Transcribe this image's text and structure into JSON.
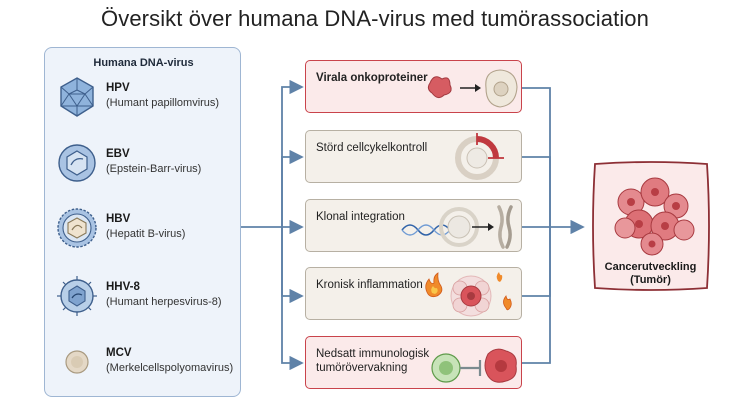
{
  "title": "Översikt över humana DNA-virus med tumörassociation",
  "panel": {
    "heading": "Humana DNA-virus",
    "viruses": [
      {
        "name": "HPV",
        "full": "(Humant papillomvirus)",
        "icon": "hpv-icosahedron-icon"
      },
      {
        "name": "EBV",
        "full": "(Epstein-Barr-virus)",
        "icon": "ebv-virus-icon"
      },
      {
        "name": "HBV",
        "full": "(Hepatit B-virus)",
        "icon": "hbv-virus-icon"
      },
      {
        "name": "HHV-8",
        "full": "(Humant herpesvirus-8)",
        "icon": "hhv8-virus-icon"
      },
      {
        "name": "MCV",
        "full": "(Merkelcellspolyomavirus)",
        "icon": "mcv-virus-icon"
      }
    ]
  },
  "mechanisms": [
    {
      "label": "Virala onkoproteiner",
      "style": "red"
    },
    {
      "label": "Störd cellcykelkontroll",
      "style": "neutral"
    },
    {
      "label": "Klonal integration",
      "style": "neutral"
    },
    {
      "label": "Kronisk inflammation",
      "style": "neutral"
    },
    {
      "label": "Nedsatt immunologisk tumörövervakning",
      "style": "red"
    }
  ],
  "outcome": {
    "label_line1": "Cancerutveckling",
    "label_line2": "(Tumör)"
  },
  "colors": {
    "connector": "#5f82a8",
    "red_border": "#c9434b",
    "panel_border": "#9fb6d3"
  }
}
